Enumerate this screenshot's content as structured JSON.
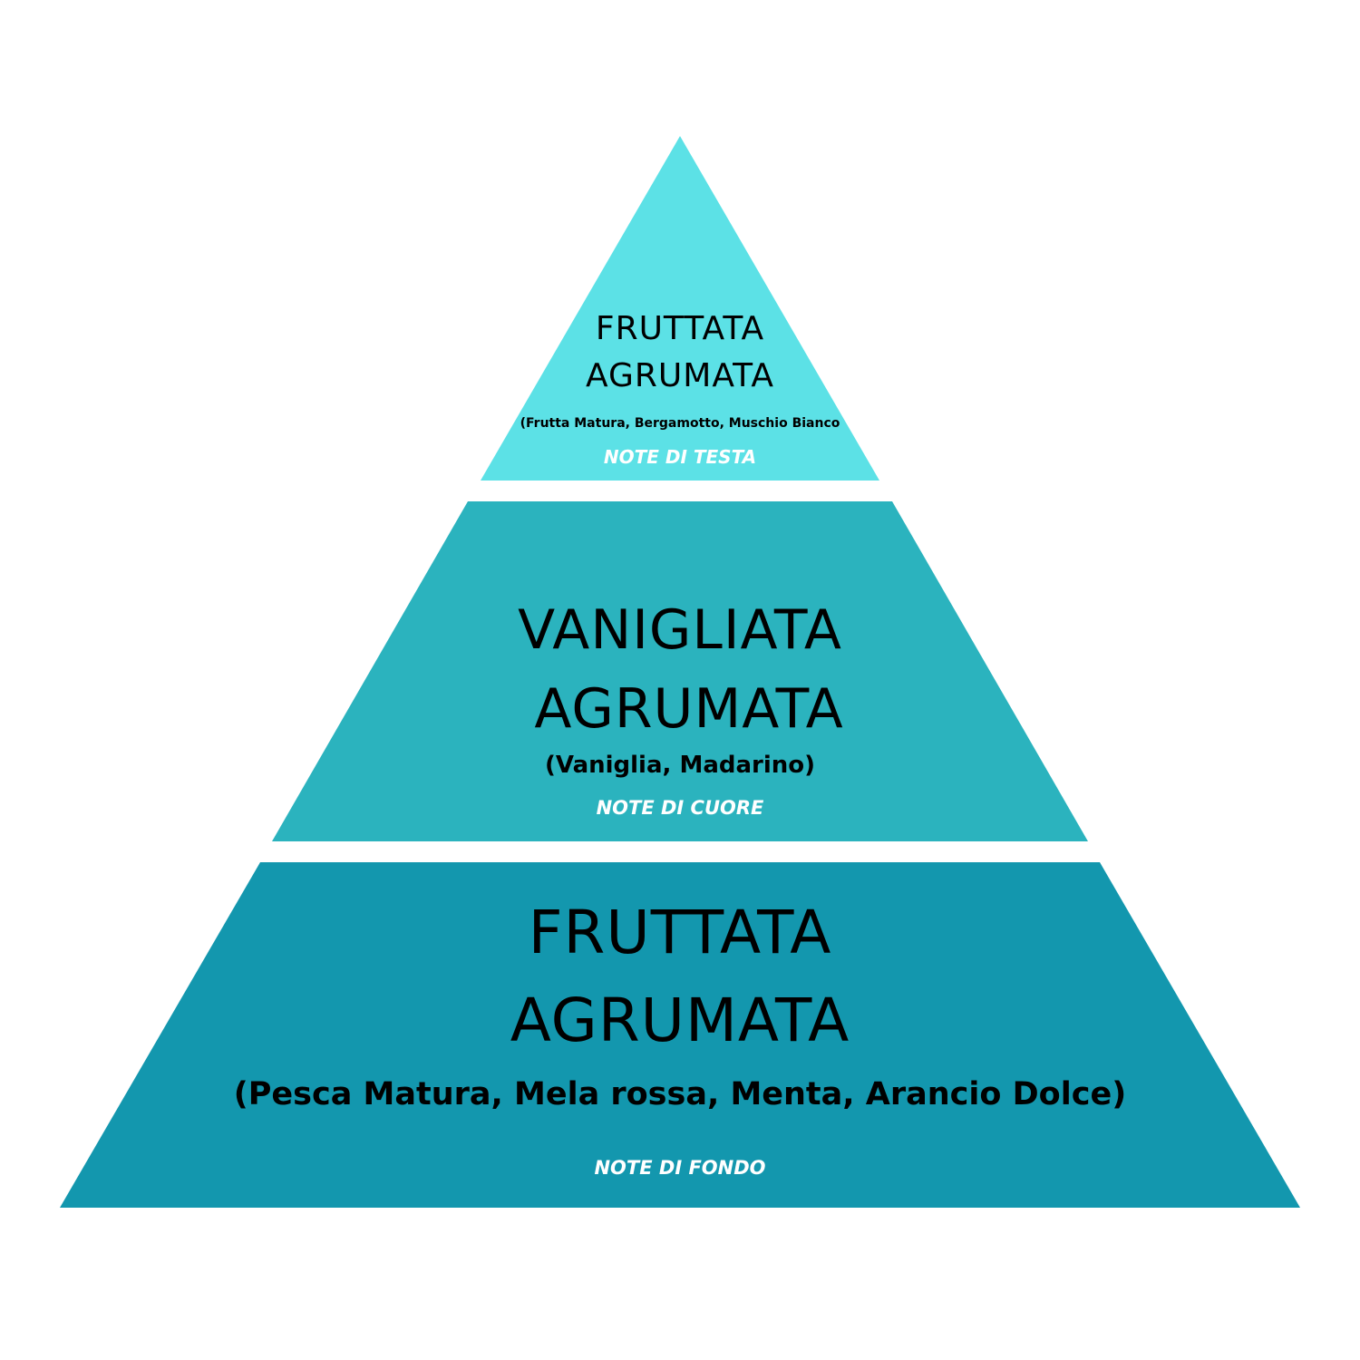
{
  "colors": {
    "top": "#5ce1e6",
    "middle": "#2bb3be",
    "bottom": "#1397ae"
  },
  "levels": [
    {
      "title_line1": "FRUTTATA",
      "title_line2": "AGRUMATA",
      "ingredients": "(Frutta Matura, Bergamotto, Muschio Bianco",
      "note": "NOTE DI TESTA"
    },
    {
      "title_line1": "VANIGLIATA",
      "title_line2": "AGRUMATA",
      "ingredients": "(Vaniglia, Madarino)",
      "note": "NOTE DI CUORE"
    },
    {
      "title_line1": "FRUTTATA",
      "title_line2": "AGRUMATA",
      "ingredients": "(Pesca Matura, Mela rossa, Menta, Arancio Dolce)",
      "note": "NOTE DI FONDO"
    }
  ]
}
